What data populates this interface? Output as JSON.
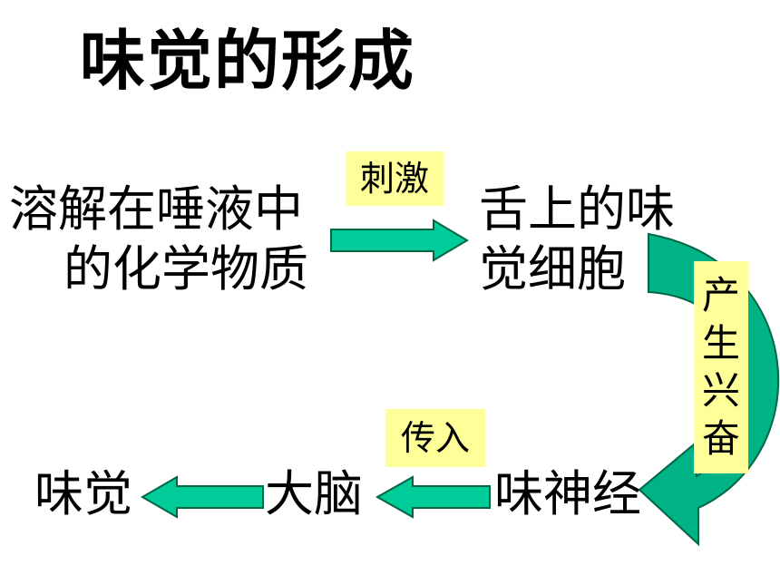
{
  "title": "味觉的形成",
  "nodes": {
    "chemicals_line1": "溶解在唾液中",
    "chemicals_line2": "的化学物质",
    "taste_cells_line1": "舌上的味",
    "taste_cells_line2": "觉细胞",
    "taste_nerve": "味神经",
    "brain": "大脑",
    "taste": "味觉"
  },
  "labels": {
    "stimulate": "刺激",
    "excitation": [
      "产",
      "生",
      "兴",
      "奋"
    ],
    "transmit": "传入"
  },
  "colors": {
    "arrow_fill": "#00cc99",
    "arrow_stroke": "#006644",
    "curve_fill": "#00b386",
    "label_bg": "#ffff99"
  }
}
